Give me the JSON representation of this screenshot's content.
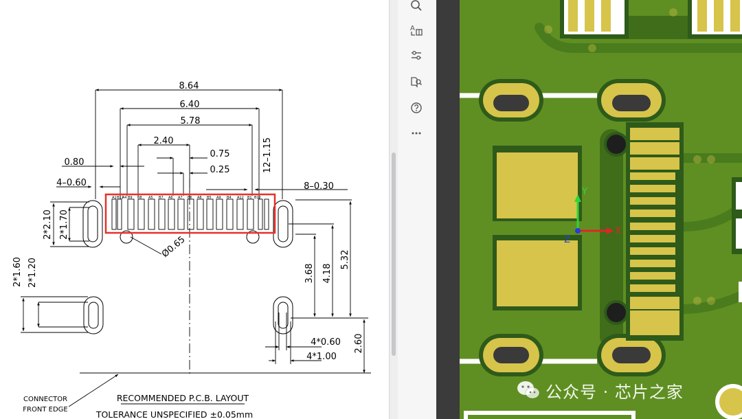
{
  "drawing": {
    "dimensions": {
      "overall_width": "8.64",
      "outer_pitch": "6.40",
      "inner_pitch": "5.78",
      "span_240": "2.40",
      "pitch_075": "0.75",
      "pitch_025": "0.25",
      "pad_080": "0.80",
      "pad_4x060": "4–0.60",
      "pad_12x115": "12–1.15",
      "pad_8x030": "8–0.30",
      "slot_2x210": "2*2.10",
      "slot_2x170": "2*1.70",
      "slot_2x160": "2*1.60",
      "slot_2x120": "2*1.20",
      "hole_dia": "Ø0.65",
      "dist_368": "3.68",
      "dist_418": "4.18",
      "dist_532": "5.32",
      "dist_260": "2.60",
      "slot_4x060": "4*0.60",
      "slot_4x100": "4*1.00"
    },
    "pin_labels": [
      "A1",
      "B12",
      "A4",
      "B9",
      "B8",
      "A5",
      "B7",
      "A6",
      "A7",
      "B6",
      "A8",
      "B5",
      "A9",
      "B4",
      "A12",
      "B1",
      "B12"
    ],
    "connector_front_edge_line1": "CONNECTOR",
    "connector_front_edge_line2": "FRONT EDGE",
    "layout_title": "RECOMMENDED  P.C.B.  LAYOUT",
    "tolerance": "TOLERANCE UNSPECIFIED ±0.05mm",
    "highlight_color": "#e8302a"
  },
  "toolbar": {
    "tools": [
      {
        "icon": "search-icon"
      },
      {
        "icon": "translate-icon"
      },
      {
        "icon": "adjust-icon"
      },
      {
        "icon": "book-search-icon"
      },
      {
        "icon": "help-icon"
      },
      {
        "icon": "more-icon"
      }
    ]
  },
  "pcb": {
    "axis_labels": {
      "x": "X",
      "y": "Y",
      "z": "Z"
    },
    "colors": {
      "board": "#5f8f22",
      "copper": "#d7c44a",
      "mask_edge": "#2e5a1a"
    }
  },
  "watermark": {
    "text": "公众号 · 芯片之家"
  }
}
